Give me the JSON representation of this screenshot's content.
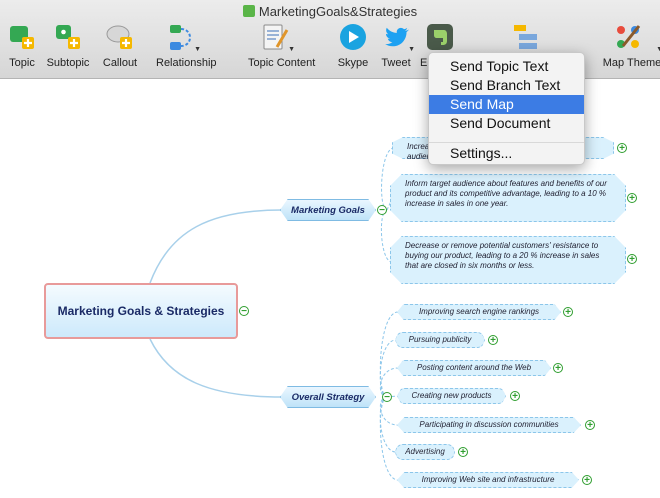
{
  "window": {
    "title": "MarketingGoals&Strategies"
  },
  "toolbar": {
    "topic": "Topic",
    "subtopic": "Subtopic",
    "callout": "Callout",
    "relationship": "Relationship",
    "topic_content": "Topic Content",
    "skype": "Skype",
    "tweet": "Tweet",
    "evernote_partial": "E",
    "map_theme": "Map Theme"
  },
  "menu": {
    "items": [
      "Send Topic Text",
      "Send Branch Text",
      "Send Map",
      "Send Document",
      "Settings..."
    ],
    "selected": "Send Map"
  },
  "map": {
    "central": "Marketing Goals & Strategies",
    "goals": {
      "label": "Marketing Goals",
      "items": [
        "Increase awareness of our product among target audience",
        "Inform target audience about features and benefits of our product and its competitive advantage, leading to a 10 % increase in sales in one year.",
        "Decrease or remove potential customers' resistance to buying our product, leading to a 20 % increase in sales that are closed in six months or less."
      ]
    },
    "strategy": {
      "label": "Overall Strategy",
      "items": [
        "Improving search engine rankings",
        "Pursuing publicity",
        "Posting content around the Web",
        "Creating new products",
        "Participating in discussion communities",
        "Advertising",
        "Improving Web site and infrastructure"
      ]
    }
  },
  "icons": {
    "topic": "topic-icon",
    "subtopic": "subtopic-icon",
    "callout": "callout-icon",
    "relationship": "relationship-icon",
    "topic_content": "topic-content-icon",
    "skype": "skype-icon",
    "tweet": "twitter-icon",
    "evernote": "evernote-icon",
    "map_theme": "map-theme-icon",
    "outline": "outline-icon"
  },
  "colors": {
    "accent": "#3c7ce4",
    "toggle": "#2f9e2f",
    "central_border": "#e89a9a",
    "connector": "#a8d0ea"
  }
}
